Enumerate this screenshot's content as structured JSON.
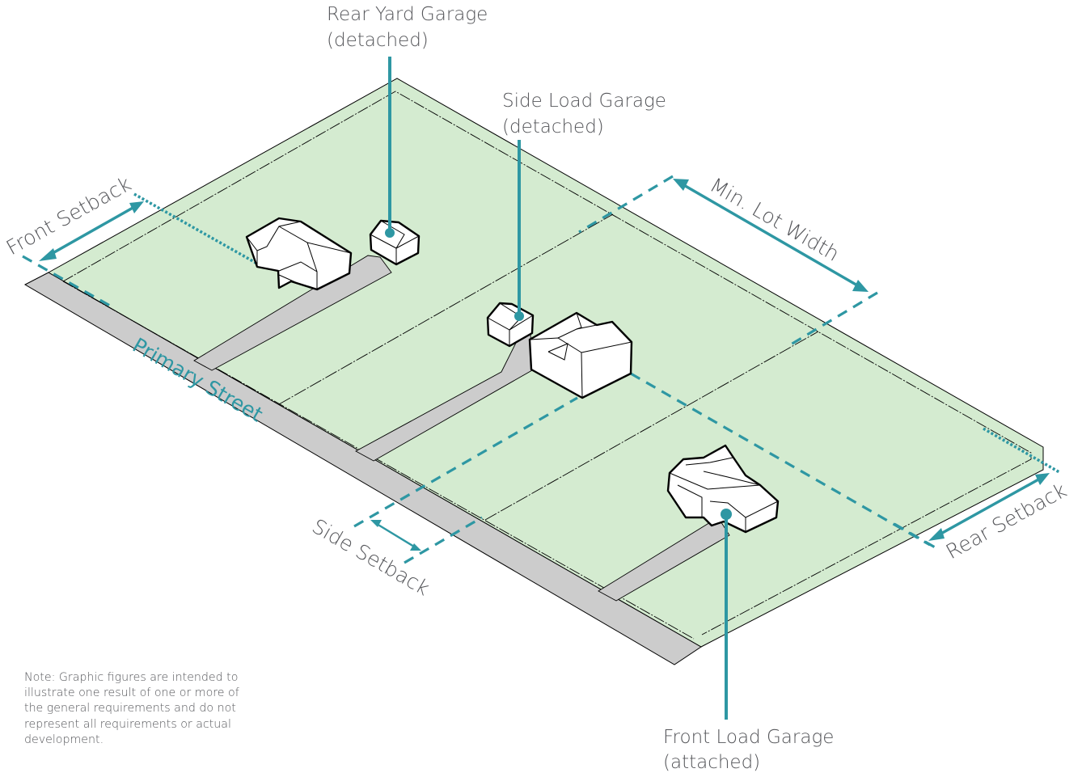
{
  "colors": {
    "accent_teal": "#2e97a3",
    "lot_green": "#d4ebd0",
    "street_gray": "#cccccc",
    "label_gray": "#55565a"
  },
  "labels": {
    "rear_yard_garage": {
      "line1": "Rear Yard Garage",
      "line2": "(detached)"
    },
    "side_load_garage": {
      "line1": "Side Load Garage",
      "line2": "(detached)"
    },
    "front_load_garage": {
      "line1": "Front Load Garage",
      "line2": "(attached)"
    },
    "front_setback": "Front Setback",
    "rear_setback": "Rear Setback",
    "side_setback": "Side Setback",
    "min_lot_width": "Min. Lot Width",
    "primary_street": "Primary Street"
  },
  "note": {
    "lines": [
      "Note: Graphic figures are intended to",
      "illustrate one result of one or more of",
      "the general requirements and do not",
      "represent all requirements or actual",
      "development."
    ]
  },
  "icons": {
    "leader_dot": "filled-circle",
    "dimension_arrow": "double-headed-arrow"
  }
}
